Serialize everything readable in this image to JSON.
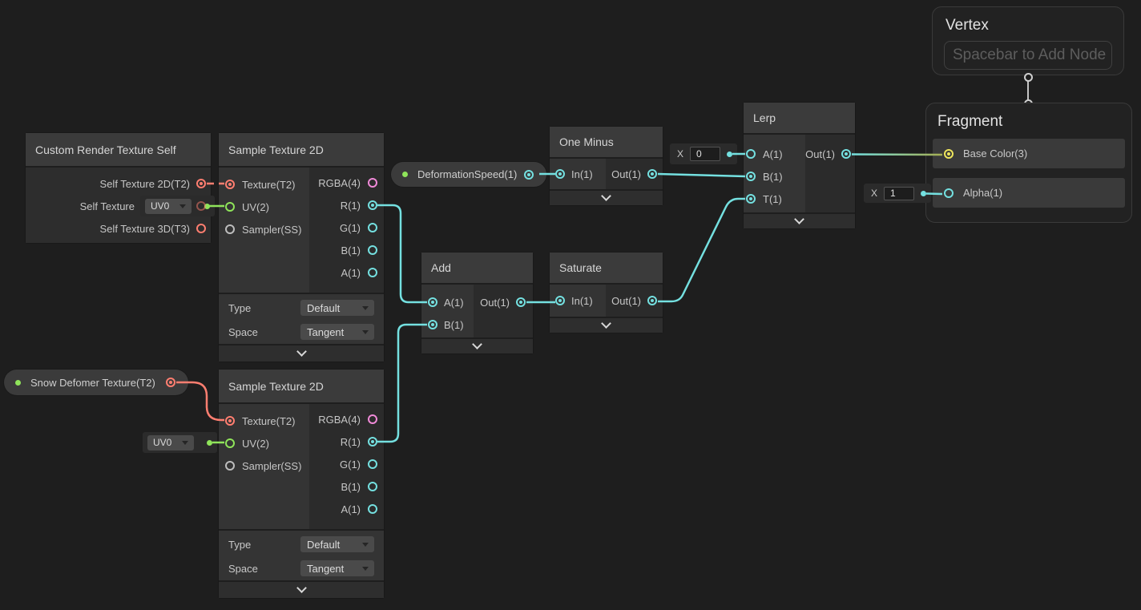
{
  "canvas": {
    "background": "#1e1e1e"
  },
  "colors": {
    "wire_cyan": "#74e0e0",
    "port_red": "#ff7e70",
    "port_green": "#8fe45a",
    "port_pink": "#f08ad8",
    "port_yellow": "#ede45c",
    "port_gray": "#bdbdbd",
    "wire_gradient_end": "#a5ae52",
    "node_header": "#3b3b3b",
    "node_body_in": "#343434",
    "node_body_out": "#2b2b2b"
  },
  "nodes": {
    "custom_render_texture_self": {
      "title": "Custom Render Texture Self",
      "outputs": [
        "Self Texture 2D(T2)",
        "Self Texture",
        "Self Texture 3D(T3)"
      ]
    },
    "sample_top": {
      "title": "Sample Texture 2D",
      "inputs": [
        "Texture(T2)",
        "UV(2)",
        "Sampler(SS)"
      ],
      "outputs": [
        "RGBA(4)",
        "R(1)",
        "G(1)",
        "B(1)",
        "A(1)"
      ],
      "type_label": "Type",
      "type_value": "Default",
      "space_label": "Space",
      "space_value": "Tangent"
    },
    "sample_bottom": {
      "title": "Sample Texture 2D",
      "inputs": [
        "Texture(T2)",
        "UV(2)",
        "Sampler(SS)"
      ],
      "outputs": [
        "RGBA(4)",
        "R(1)",
        "G(1)",
        "B(1)",
        "A(1)"
      ],
      "type_label": "Type",
      "type_value": "Default",
      "space_label": "Space",
      "space_value": "Tangent"
    },
    "one_minus": {
      "title": "One Minus",
      "input": "In(1)",
      "output": "Out(1)"
    },
    "add": {
      "title": "Add",
      "input_a": "A(1)",
      "input_b": "B(1)",
      "output": "Out(1)"
    },
    "saturate": {
      "title": "Saturate",
      "input": "In(1)",
      "output": "Out(1)"
    },
    "lerp": {
      "title": "Lerp",
      "input_a": "A(1)",
      "input_b": "B(1)",
      "input_t": "T(1)",
      "output": "Out(1)"
    }
  },
  "properties": {
    "deformation_speed": {
      "label": "DeformationSpeed(1)"
    },
    "snow_deformer": {
      "label": "Snow Defomer Texture(T2)"
    }
  },
  "widgets": {
    "uv0_top": {
      "value": "UV0"
    },
    "uv0_bottom": {
      "value": "UV0"
    },
    "x0": {
      "label": "X",
      "value": "0"
    },
    "x1": {
      "label": "X",
      "value": "1"
    }
  },
  "contexts": {
    "vertex": {
      "title": "Vertex",
      "placeholder": "Spacebar to Add Node"
    },
    "fragment": {
      "title": "Fragment",
      "base_color": "Base Color(3)",
      "alpha": "Alpha(1)"
    }
  }
}
